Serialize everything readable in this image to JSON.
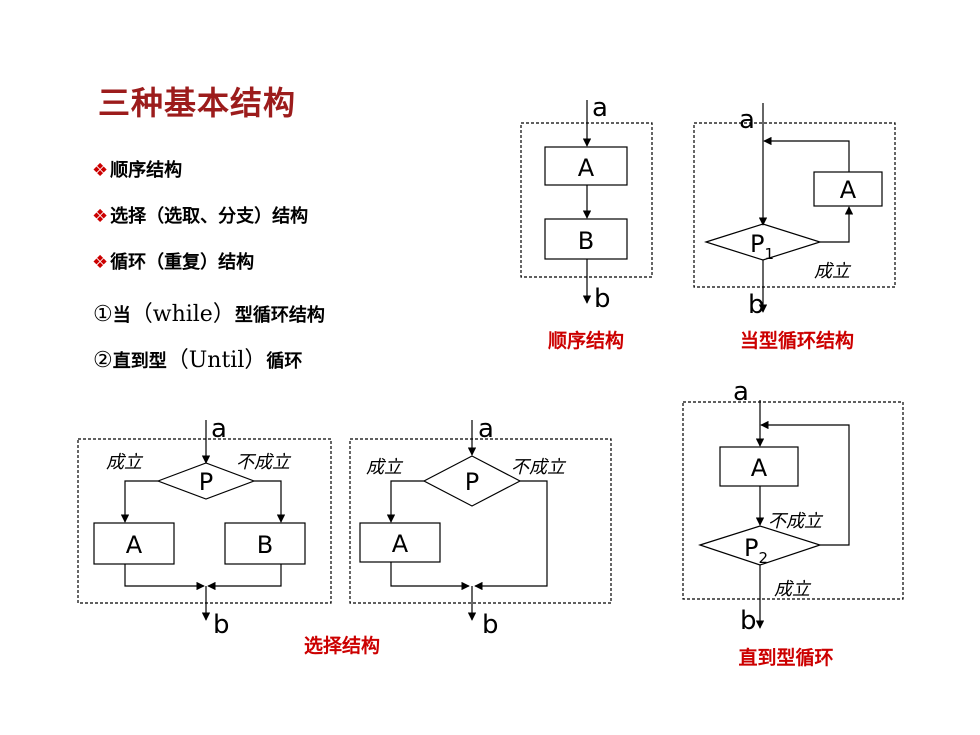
{
  "title": "三种基本结构",
  "bullets": [
    {
      "mark": "❖",
      "text": "顺序结构"
    },
    {
      "mark": "❖",
      "text": "选择（选取、分支）结构"
    },
    {
      "mark": "❖",
      "text": "循环（重复）结构"
    }
  ],
  "subitems": [
    {
      "num": "①",
      "pre": "当",
      "mid": "（while）",
      "post": "型循环结构"
    },
    {
      "num": "②",
      "pre": "直到型",
      "mid": "（Until）",
      "post": "循环"
    }
  ],
  "colors": {
    "accent": "#cc0000",
    "title": "#9c1c1c",
    "line": "#000000"
  },
  "diagrams": {
    "sequence": {
      "a": "a",
      "b": "b",
      "box1": "A",
      "box2": "B",
      "caption": "顺序结构"
    },
    "while_loop": {
      "a": "a",
      "b": "b",
      "box": "A",
      "cond": "P",
      "cond_sub": "1",
      "yes": "成立",
      "caption": "当型循环结构"
    },
    "until_loop": {
      "a": "a",
      "b": "b",
      "box": "A",
      "cond": "P",
      "cond_sub": "2",
      "no": "不成立",
      "yes": "成立",
      "caption": "直到型循环"
    },
    "selection": {
      "caption": "选择结构",
      "left": {
        "a": "a",
        "b": "b",
        "cond": "P",
        "yes": "成立",
        "no": "不成立",
        "box1": "A",
        "box2": "B"
      },
      "right": {
        "a": "a",
        "b": "b",
        "cond": "P",
        "yes": "成立",
        "no": "不成立",
        "box1": "A"
      }
    }
  }
}
